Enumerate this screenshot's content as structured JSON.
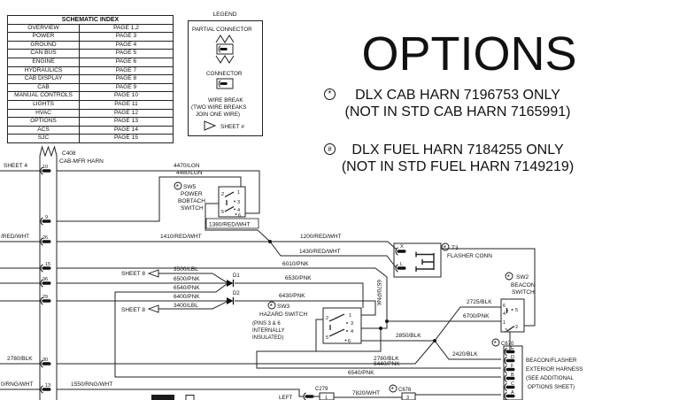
{
  "index_table": {
    "title": "SCHEMATIC INDEX",
    "rows": [
      [
        "OVERVIEW",
        "PAGE 1,2"
      ],
      [
        "POWER",
        "PAGE 3"
      ],
      [
        "GROUND",
        "PAGE 4"
      ],
      [
        "CAN BUS",
        "PAGE 5"
      ],
      [
        "ENGINE",
        "PAGE 6"
      ],
      [
        "HYDRAULICS",
        "PAGE 7"
      ],
      [
        "CAB DISPLAY",
        "PAGE 8"
      ],
      [
        "CAB",
        "PAGE 9"
      ],
      [
        "MANUAL CONTROLS",
        "PAGE 10"
      ],
      [
        "LIGHTS",
        "PAGE 11"
      ],
      [
        "HVAC",
        "PAGE 12"
      ],
      [
        "OPTIONS",
        "PAGE 13"
      ],
      [
        "ACS",
        "PAGE 14"
      ],
      [
        "SJC",
        "PAGE 15"
      ]
    ]
  },
  "legend": {
    "title": "LEGEND",
    "partial_connector": "PARTIAL CONNECTOR",
    "connector": "CONNECTOR",
    "wire_break_1": "WIRE BREAK",
    "wire_break_2": "(TWO WIRE BREAKS",
    "wire_break_3": "JOIN ONE WIRE)",
    "sheet_ref": "SHEET #"
  },
  "options": {
    "title": "OPTIONS",
    "note1_symbol": "*",
    "note1_line1": "DLX CAB HARN 7196753 ONLY",
    "note1_line2": "(NOT IN STD CAB HARN 7165991)",
    "note2_symbol": "#",
    "note2_line1": "DLX FUEL HARN 7184255 ONLY",
    "note2_line2": "(NOT IN STD FUEL HARN 7149219)"
  },
  "diagram": {
    "sheet4": "SHEET 4",
    "c408_id": "C408",
    "c408_name": "CAB-MFR HARN",
    "pin10": "10",
    "pin9": "9",
    "pin26": "26",
    "pin15": "15",
    "pin36": "36",
    "pin29": "29",
    "pin30": "30",
    "pin13": "13",
    "w4470": "4470/LGN",
    "w4480": "4480/LGN",
    "sw5_id": "SW5",
    "sw5_l1": "POWER",
    "sw5_l2": "BOBTACH",
    "sw5_l3": "SWITCH",
    "sw5_pins": [
      "2",
      "1",
      "3",
      "5",
      "4",
      "6"
    ],
    "w1380": "1380/RED/WHT",
    "w1410": "1410/RED/WHT",
    "w1200": "1200/RED/WHT",
    "w1430": "1430/RED/WHT",
    "w_redwht_left": "/RED/WHT",
    "w6010": "6010/PNK",
    "w6570": "6570/PNK",
    "t3_id": "T3",
    "t3_name": "FLASHER CONN",
    "t3_px": "X",
    "t3_pl": "L",
    "sheet8_a": "SHEET 8",
    "sheet8_b": "SHEET 8",
    "w3500": "3500/LBL",
    "w6500": "6500/PNK",
    "w6540_a": "6540/PNK",
    "w6400": "6400/PNK",
    "w3400": "3400/LBL",
    "d1": "D1",
    "d2": "D2",
    "w6530": "6530/PNK",
    "w6430": "6430/PNK",
    "sw3_id": "SW3",
    "sw3_name": "HAZARD SWITCH",
    "sw3_n1": "(PINS 3 & 6",
    "sw3_n2": "INTERNALLY",
    "sw3_n3": "INSULATED)",
    "sw3_pins": [
      "2",
      "1",
      "3",
      "5",
      "4",
      "6"
    ],
    "w2850": "2850/BLK",
    "w2780_l": "2780/BLK",
    "w2780": "2780/BLK",
    "w2420": "2420/BLK",
    "w2725": "2725/BLK",
    "w6700": "6700/PNK",
    "w6440": "6440/PNK",
    "w6540_b": "6540/PNK",
    "sw2_id": "SW2",
    "sw2_l1": "BEACON",
    "sw2_l2": "SWITCH",
    "sw2_pins": [
      "6",
      "5",
      "4",
      "1",
      "2",
      "3"
    ],
    "c670_id": "C670",
    "c670_pins": [
      "E",
      "D",
      "F",
      "B",
      "C",
      "A"
    ],
    "c670_n1": "BEACON/FLASHER",
    "c670_n2": "EXTERIOR HARNESS",
    "c670_n3": "(SEE ADDITIONAL",
    "c670_n4": "OPTIONS SHEET)",
    "w1550_l": "0/RNG/WHT",
    "w1550": "1550/RNG/WHT",
    "c279_id": "C279",
    "c279_left": "LEFT",
    "c279_pin": "1",
    "w7820": "7820/WHT",
    "c676_id": "C676",
    "c676_pin": "3"
  }
}
